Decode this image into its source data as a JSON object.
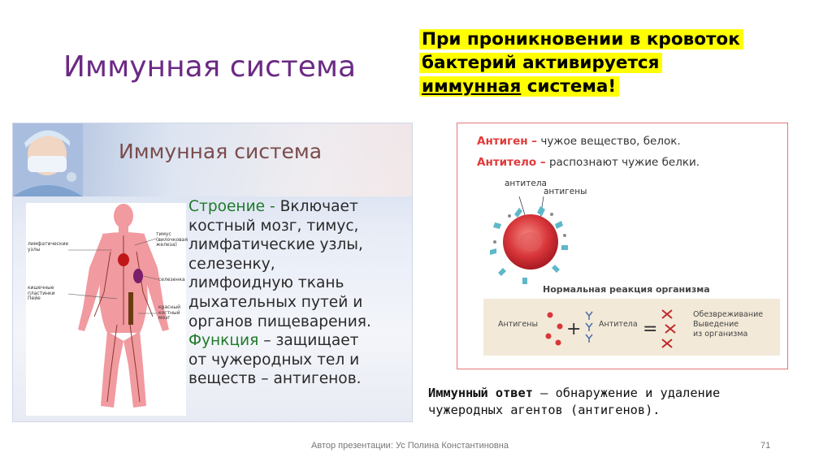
{
  "slide": {
    "title": "Иммунная система",
    "callout": {
      "line1": "При проникновении в кровоток",
      "line2": "бактерий активируется",
      "line3_underlined": "иммунная",
      "line3_rest": " система!"
    },
    "footer": "Автор презентации: Ус Полина Константиновна",
    "page_number": "71"
  },
  "left_panel": {
    "heading": "Иммунная система",
    "labels": {
      "lymph_nodes": "лимфатические узлы",
      "thymus": "тимус (вилочковая железа)",
      "spleen": "селезенка",
      "patches": "кишечные пластинки Пейе",
      "marrow": "красный костный мозг"
    },
    "structure_term": "Строение -",
    "structure_lines": [
      " Включает",
      "костный мозг, тимус,",
      "лимфатические узлы,",
      "селезенку,",
      "лимфоидную ткань",
      "дыхательных путей и",
      "органов пищеварения."
    ],
    "function_term": "Функция",
    "function_lines": [
      " – защищает",
      "от чужеродных тел и",
      "веществ – антигенов."
    ]
  },
  "right_panel": {
    "antigen_term": "Антиген –",
    "antigen_def": " чужое вещество, белок.",
    "antibody_term": "Антитело –",
    "antibody_def": " распознают чужие белки.",
    "label_antibodies": "антитела",
    "label_antigens": "антигены",
    "normal_reaction": "Нормальная реакция организма",
    "reaction": {
      "antigens": "Антигены",
      "antibody": "Антитела",
      "outcome_lines": [
        "Обезвреживание",
        "Выведение",
        "из организма"
      ]
    }
  },
  "immune_answer": {
    "term": "Иммунный ответ",
    "line1_rest": " – обнаружение и удаление",
    "line2": "чужеродных агентов (антигенов)."
  },
  "colors": {
    "title": "#6b2a84",
    "highlight": "#ffff00",
    "definition_term": "#e03a3a",
    "function_term": "#1f7a2a",
    "panel_border": "#e27878"
  }
}
